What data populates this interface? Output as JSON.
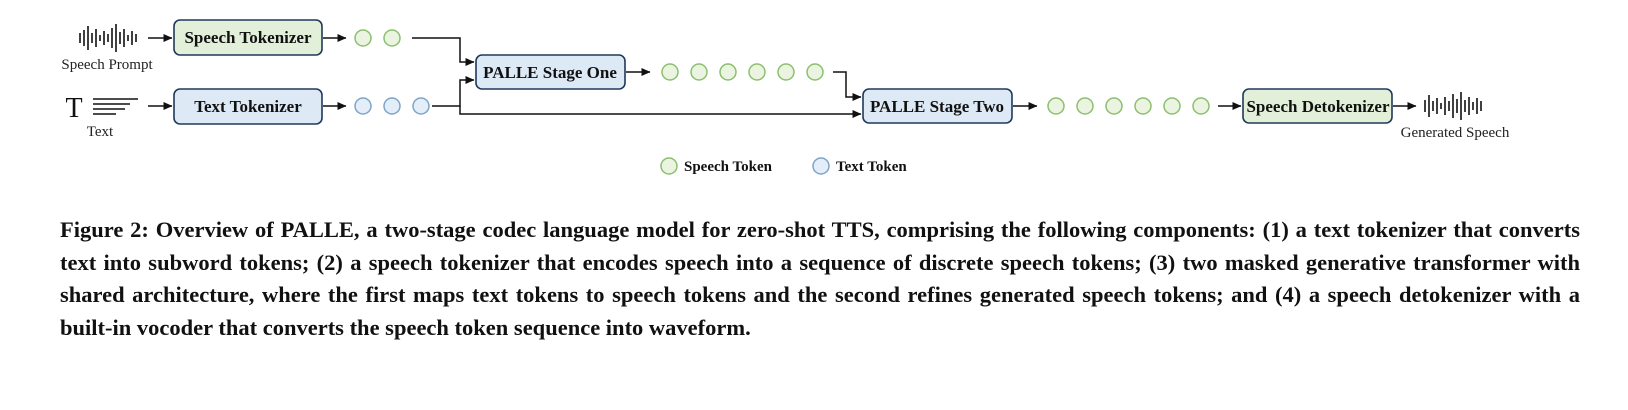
{
  "diagram": {
    "inputs": {
      "speech_prompt_label": "Speech Prompt",
      "text_label": "Text",
      "text_icon_glyph": "T"
    },
    "boxes": {
      "speech_tokenizer": "Speech Tokenizer",
      "text_tokenizer": "Text Tokenizer",
      "stage_one": "PALLE Stage One",
      "stage_two": "PALLE Stage Two",
      "speech_detokenizer": "Speech Detokenizer"
    },
    "outputs": {
      "generated_speech_label": "Generated Speech"
    },
    "token_counts": {
      "speech_prompt_tokens": 2,
      "text_tokens": 3,
      "stage_one_tokens": 6,
      "stage_two_tokens": 6
    },
    "legend": {
      "speech_token": "Speech Token",
      "text_token": "Text Token"
    },
    "colors": {
      "speech_fill": "#e2efd9",
      "speech_token_fill": "#eaf4e1",
      "speech_token_stroke": "#8cbf6e",
      "text_fill": "#dde9f5",
      "text_token_fill": "#e4eef8",
      "text_token_stroke": "#7ea4c8",
      "box_stroke": "#1f3a5a"
    }
  },
  "caption": "Figure 2: Overview of PALLE, a two-stage codec language model for zero-shot TTS, comprising the following components: (1) a text tokenizer that converts text into subword tokens; (2) a speech tokenizer that encodes speech into a sequence of discrete speech tokens; (3) two masked generative transformer with shared architecture, where the first maps text tokens to speech tokens and the second refines generated speech tokens; and (4) a speech detokenizer with a built-in vocoder that converts the speech token sequence into waveform."
}
